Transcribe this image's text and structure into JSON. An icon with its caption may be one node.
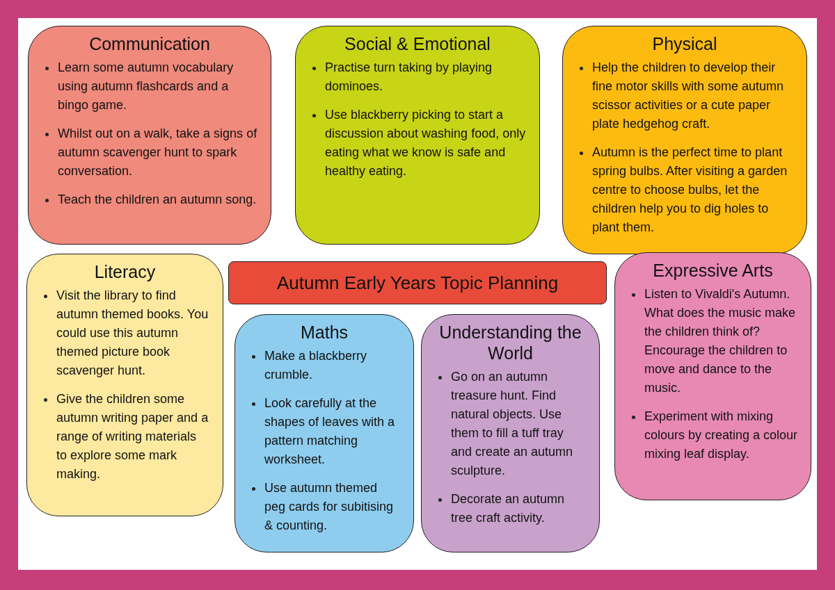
{
  "diagram": {
    "title": "Autumn Early Years Topic Planning",
    "nodes": [
      {
        "text": [
          "Communication",
          "Learn some autumn vocabulary using autumn flashcards and a bingo game.",
          "Whilst out on a walk, take a signs of autumn scavenger hunt to spark conversation.",
          "Teach the children an autumn song."
        ]
      },
      {
        "text": [
          "Social & Emotional",
          "Practise turn taking by playing dominoes.",
          "Use blackberry picking to start a discussion about washing food, only eating what we know is safe and healthy eating."
        ]
      },
      {
        "text": [
          "Physical",
          "Help the children to develop their fine motor skills with some autumn scissor activities or a cute paper plate hedgehog craft.",
          "Autumn is the perfect time to plant spring bulbs. After visiting a garden centre to choose bulbs, let the children help you to dig holes to plant them."
        ]
      },
      {
        "text": [
          "Literacy",
          "Visit the library to find autumn themed books. You could use this autumn themed picture book scavenger hunt.",
          "Give the children some autumn writing paper and a range of writing materials to explore some mark making."
        ]
      },
      {
        "text": [
          "Maths",
          "Make a blackberry crumble.",
          "Look carefully at the shapes of leaves with a pattern matching worksheet.",
          "Use autumn themed peg cards for subitising & counting."
        ]
      },
      {
        "text": [
          "Understanding the World",
          "Go on an autumn treasure hunt. Find natural objects. Use them to fill a tuff tray and create an autumn sculpture.",
          "Decorate an autumn tree craft activity."
        ]
      },
      {
        "text": [
          "Expressive Arts",
          "Listen to Vivaldi's Autumn. What does the music make the children think of? Encourage the children to move and dance to the music.",
          "Experiment with mixing colours by creating a colour mixing leaf display."
        ]
      }
    ],
    "edges": []
  }
}
